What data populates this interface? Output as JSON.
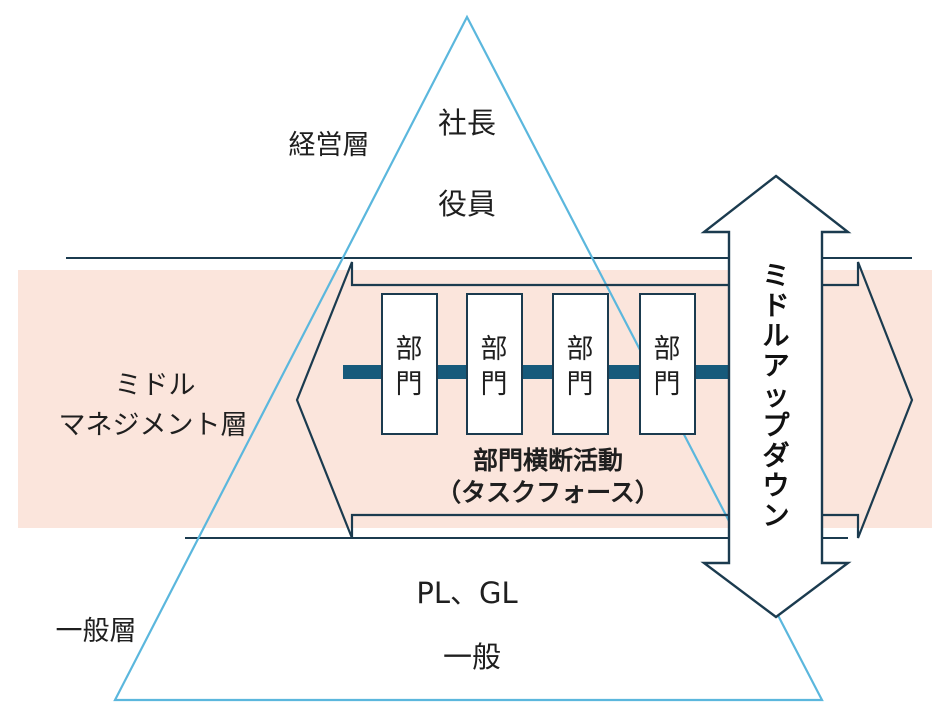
{
  "colors": {
    "middle_band": "#fbe5dc",
    "triangle_stroke": "#5bb7dd",
    "line_dark": "#1b3b4f",
    "connector_bar": "#175a7b",
    "text": "#1f1f1f"
  },
  "layers": {
    "executive": "経営層",
    "middle_line1": "ミドル",
    "middle_line2": "マネジメント層",
    "general": "一般層"
  },
  "pyramid": {
    "top1": "社長",
    "top2": "役員",
    "bottom1": "PL、GL",
    "bottom2": "一般"
  },
  "departments": [
    {
      "line1": "部",
      "line2": "門"
    },
    {
      "line1": "部",
      "line2": "門"
    },
    {
      "line1": "部",
      "line2": "門"
    },
    {
      "line1": "部",
      "line2": "門"
    }
  ],
  "task_force": {
    "line1": "部門横断活動",
    "line2": "（タスクフォース）"
  },
  "middle_up_down": [
    "ミ",
    "ド",
    "ル",
    "ア",
    "ッ",
    "プ",
    "ダ",
    "ウ",
    "ン"
  ]
}
